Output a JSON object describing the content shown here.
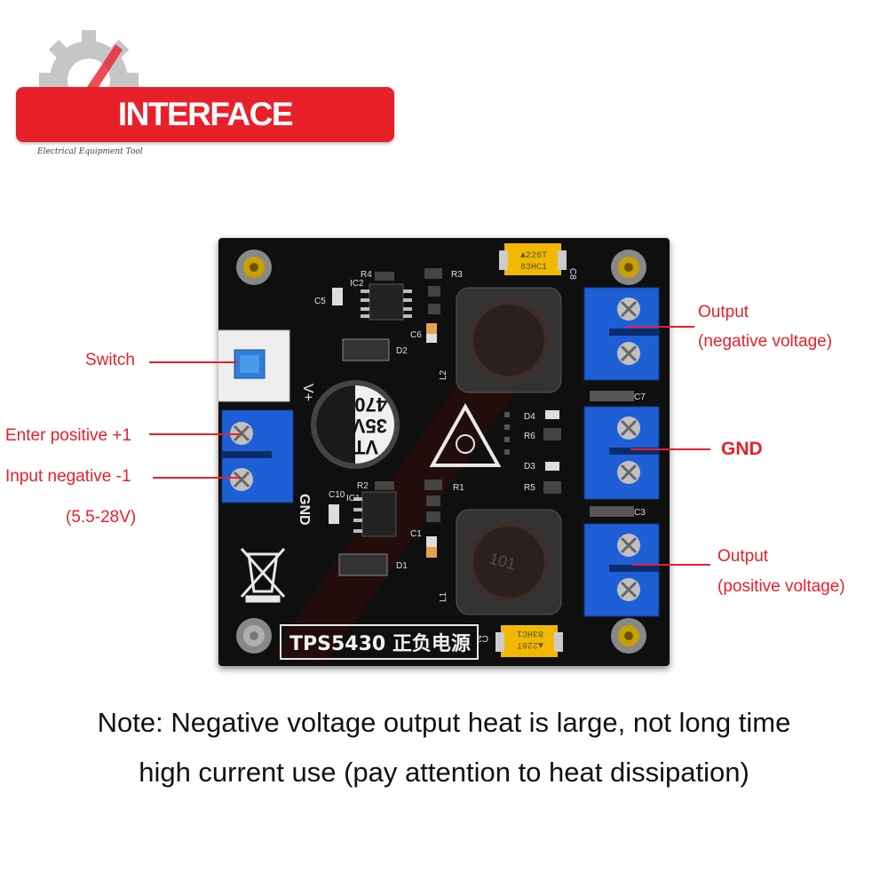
{
  "header": {
    "title": "INTERFACE DESCRIPTION",
    "brand_subtitle": "Electrical Equipment Tool"
  },
  "labels": {
    "switch": "Switch",
    "enter_positive": "Enter positive +1",
    "input_negative": "Input negative -1",
    "voltage_range": "(5.5-28V)",
    "output_negative_1": "Output",
    "output_negative_2": "(negative voltage)",
    "gnd": "GND",
    "output_positive_1": "Output",
    "output_positive_2": "(positive voltage)"
  },
  "board": {
    "silkscreen_title": "TPS5430 正负电源",
    "vplus": "V+",
    "gnd_silk": "GND",
    "cap_470": "470",
    "cap_35v": "35V",
    "cap_vt": "VT",
    "tant_top_1": "▲226T",
    "tant_top_2": "83HC1",
    "tant_bottom_1": "▲226T",
    "tant_bottom_2": "83HC1",
    "inductor_text": "101",
    "refs": {
      "r4": "R4",
      "r3": "R3",
      "ic2": "IC2",
      "c5": "C5",
      "c6": "C6",
      "d2": "D2",
      "c8": "C8",
      "l2": "L2",
      "c7": "C7",
      "d4": "D4",
      "r6": "R6",
      "d3": "D3",
      "r5": "R5",
      "r2": "R2",
      "r1": "R1",
      "ic1": "IC1",
      "c10": "C10",
      "c1": "C1",
      "d1": "D1",
      "l1": "L1",
      "c3": "C3",
      "c2": "C2"
    }
  },
  "note": {
    "line1": "Note: Negative voltage output heat is large, not long time",
    "line2": "high current use (pay attention to heat dissipation)"
  },
  "colors": {
    "accent_red": "#e8202a",
    "terminal_blue": "#1f5fd6",
    "pcb_black": "#0f0f0f",
    "tantalum_yellow": "#f2b800"
  }
}
